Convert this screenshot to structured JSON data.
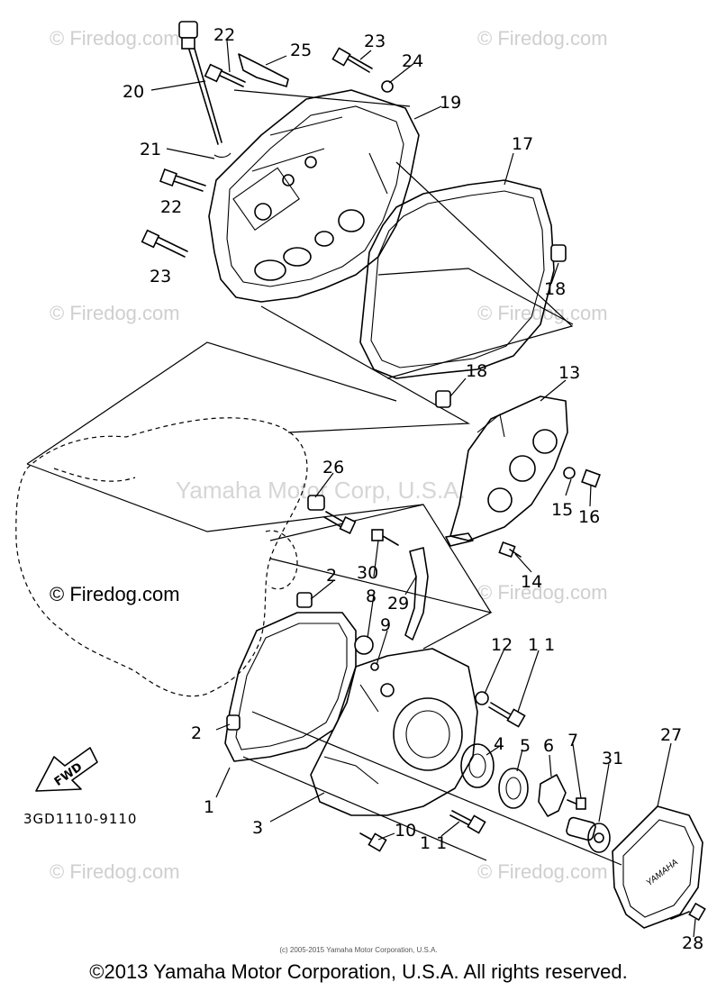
{
  "watermarks": {
    "firedog": "© Firedog.com",
    "firedog_dark": "© Firedog.com",
    "yamaha": "Yamaha Motor Corp, U.S.A."
  },
  "fwd_label": "FWD",
  "cover_logo": "YAMAHA",
  "catalog_code": "3GD1110-9110",
  "small_copyright": "(c) 2005-2015 Yamaha Motor Corporation, U.S.A.",
  "footer": "©2013 Yamaha Motor Corporation, U.S.A. All rights reserved.",
  "callouts": {
    "c1": "1",
    "c2a": "2",
    "c2b": "2",
    "c3": "3",
    "c4": "4",
    "c5": "5",
    "c6": "6",
    "c7": "7",
    "c8": "8",
    "c9": "9",
    "c10": "10",
    "c11a": "1 1",
    "c11b": "1 1",
    "c12": "12",
    "c13": "13",
    "c14": "14",
    "c15": "15",
    "c16": "16",
    "c17": "17",
    "c18a": "18",
    "c18b": "18",
    "c19": "19",
    "c20": "20",
    "c21": "21",
    "c22a": "22",
    "c22b": "22",
    "c23a": "23",
    "c23b": "23",
    "c24": "24",
    "c25": "25",
    "c26": "26",
    "c27": "27",
    "c28": "28",
    "c29": "29",
    "c30": "30",
    "c31": "31"
  }
}
